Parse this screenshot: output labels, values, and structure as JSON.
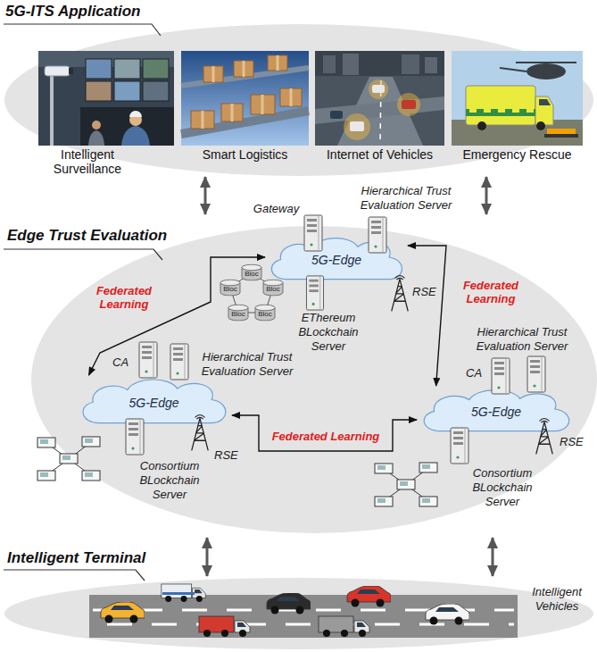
{
  "diagram": {
    "nodes": [
      {
        "text": [
          "5G-ITS Application"
        ]
      },
      {
        "text": [
          "Intelligent Surveillance"
        ],
        "in": 0
      },
      {
        "text": [
          "Smart Logistics"
        ],
        "in": 0
      },
      {
        "text": [
          "Internet of Vehicles"
        ],
        "in": 0
      },
      {
        "text": [
          "Emergency Rescue"
        ],
        "in": 0
      },
      {
        "text": [
          "Edge Trust Evaluation"
        ]
      },
      {
        "text": [
          "5G-Edge"
        ],
        "in": 5
      },
      {
        "text": [
          "5G-Edge"
        ],
        "in": 5
      },
      {
        "text": [
          "5G-Edge"
        ],
        "in": 5
      },
      {
        "text": [
          "Intelligent Terminal",
          "Intelligent Vehicles"
        ]
      }
    ],
    "edges": [
      {
        "from": 0,
        "to": 5,
        "arrow": "both"
      },
      {
        "from": 0,
        "to": 5,
        "arrow": "both"
      },
      {
        "from": 7,
        "to": 6,
        "label": "Federated Learning",
        "arrow": "both"
      },
      {
        "from": 6,
        "to": 8,
        "label": "Federated Learning",
        "arrow": "both"
      },
      {
        "from": 7,
        "to": 8,
        "label": "Federated Learning",
        "arrow": "both"
      },
      {
        "from": 5,
        "to": 9,
        "arrow": "both"
      },
      {
        "from": 5,
        "to": 9,
        "arrow": "both"
      }
    ],
    "labels": [
      "Gateway",
      "Hierarchical Trust Evaluation Server",
      "RSE",
      "EThereum BLockchain Server",
      "Bloc",
      "Bloc",
      "Bloc",
      "Bloc",
      "Bloc",
      "CA",
      "Hierarchical Trust Evaluation Server",
      "RSE",
      "Consortium BLockchain Server",
      "CA",
      "Hierarchical Trust Evaluation Server",
      "RSE",
      "Consortium BLockchain Server"
    ]
  }
}
